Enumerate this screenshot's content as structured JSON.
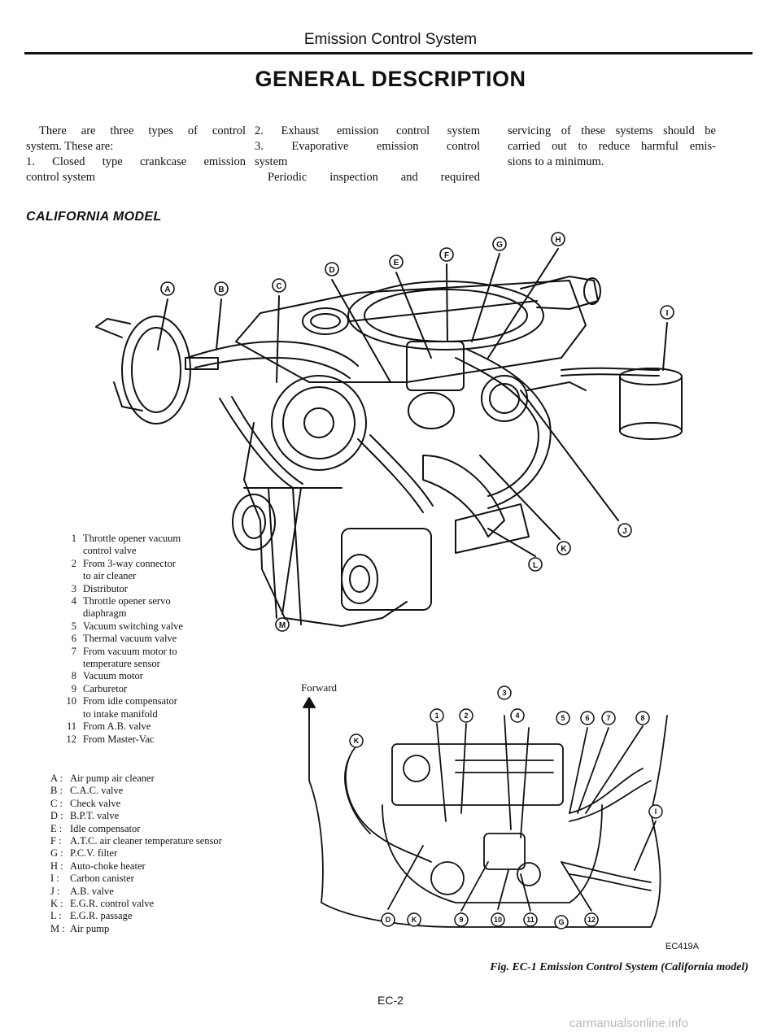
{
  "header": {
    "running_head": "Emission Control System",
    "title": "GENERAL DESCRIPTION"
  },
  "intro": {
    "col1": [
      "There are three types of control",
      "system. These are:",
      "1.  Closed type crankcase emission",
      "control system"
    ],
    "col2": [
      "2.   Exhaust emission control system",
      "3.   Evaporative   emission   control",
      "system",
      "Periodic  inspection  and  required"
    ],
    "col3": [
      "servicing of these systems should be",
      "carried out to reduce harmful emis-",
      "sions to a minimum."
    ]
  },
  "section_label": "CALIFORNIA MODEL",
  "engine_callouts": [
    "A",
    "B",
    "C",
    "D",
    "E",
    "F",
    "G",
    "H",
    "I",
    "J",
    "K",
    "L",
    "M"
  ],
  "detail_callouts": {
    "letters": [
      "K",
      "D",
      "K",
      "G",
      "I"
    ],
    "numbers": [
      "1",
      "2",
      "3",
      "4",
      "5",
      "6",
      "7",
      "8",
      "9",
      "10",
      "11",
      "12"
    ]
  },
  "legend_numbers": [
    {
      "num": "1",
      "lines": [
        "Throttle opener vacuum",
        "control valve"
      ]
    },
    {
      "num": "2",
      "lines": [
        "From 3-way connector",
        "to air cleaner"
      ]
    },
    {
      "num": "3",
      "lines": [
        "Distributor"
      ]
    },
    {
      "num": "4",
      "lines": [
        "Throttle opener servo",
        "diaphragm"
      ]
    },
    {
      "num": "5",
      "lines": [
        "Vacuum switching valve"
      ]
    },
    {
      "num": "6",
      "lines": [
        "Thermal vacuum valve"
      ]
    },
    {
      "num": "7",
      "lines": [
        "From vacuum motor to",
        "temperature sensor"
      ]
    },
    {
      "num": "8",
      "lines": [
        "Vacuum motor"
      ]
    },
    {
      "num": "9",
      "lines": [
        "Carburetor"
      ]
    },
    {
      "num": "10",
      "lines": [
        "From idle compensator",
        "to intake manifold"
      ]
    },
    {
      "num": "11",
      "lines": [
        "From A.B. valve"
      ]
    },
    {
      "num": "12",
      "lines": [
        "From Master-Vac"
      ]
    }
  ],
  "legend_letters": [
    {
      "key": "A :",
      "text": "Air pump air cleaner"
    },
    {
      "key": "B :",
      "text": "C.A.C. valve"
    },
    {
      "key": "C :",
      "text": "Check valve"
    },
    {
      "key": "D :",
      "text": "B.P.T. valve"
    },
    {
      "key": "E :",
      "text": "Idle compensator"
    },
    {
      "key": "F :",
      "text": "A.T.C. air cleaner temperature sensor"
    },
    {
      "key": "G :",
      "text": "P.C.V. filter"
    },
    {
      "key": "H :",
      "text": "Auto-choke heater"
    },
    {
      "key": "I :",
      "text": "Carbon canister"
    },
    {
      "key": "J :",
      "text": "A.B. valve"
    },
    {
      "key": "K :",
      "text": "E.G.R. control valve"
    },
    {
      "key": "L :",
      "text": "E.G.R. passage"
    },
    {
      "key": "M :",
      "text": "Air pump"
    }
  ],
  "forward_label": "Forward",
  "figure_code": "EC419A",
  "figure_caption": "Fig. EC-1  Emission Control System (California model)",
  "page_number": "EC-2",
  "watermark": "carmanualsonline.info"
}
